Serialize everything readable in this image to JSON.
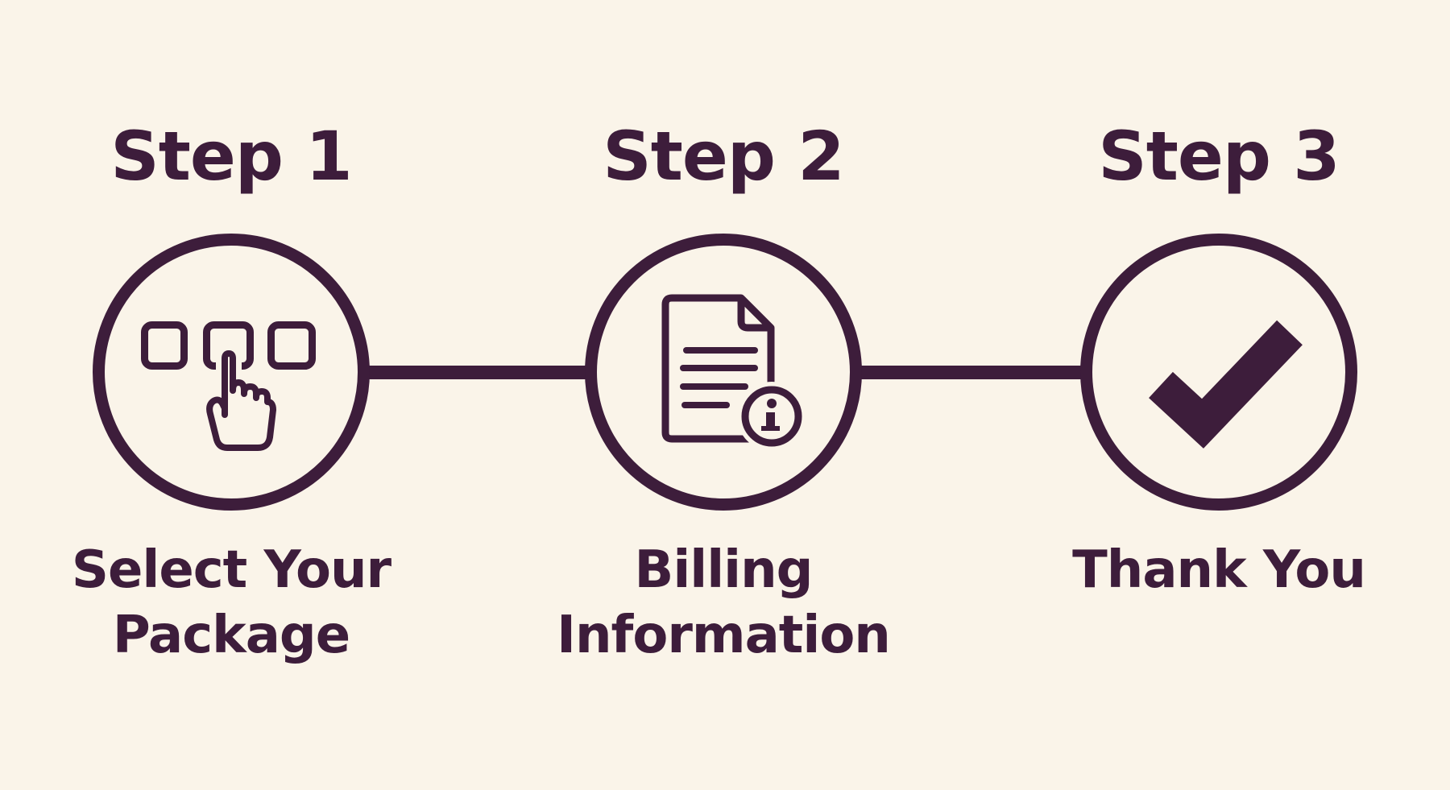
{
  "canvas": {
    "bg": "#FAF4E9",
    "ink": "#3D1D3B",
    "description": "Three-step checkout process infographic"
  },
  "steps": [
    {
      "header": "Step 1",
      "label_line1": "Select Your",
      "label_line2": "Package",
      "icon": "tap-select-options-icon"
    },
    {
      "header": "Step 2",
      "label_line1": "Billing",
      "label_line2": "Information",
      "icon": "document-info-icon"
    },
    {
      "header": "Step 3",
      "label_line1": "Thank You",
      "icon": "checkmark-icon"
    }
  ]
}
